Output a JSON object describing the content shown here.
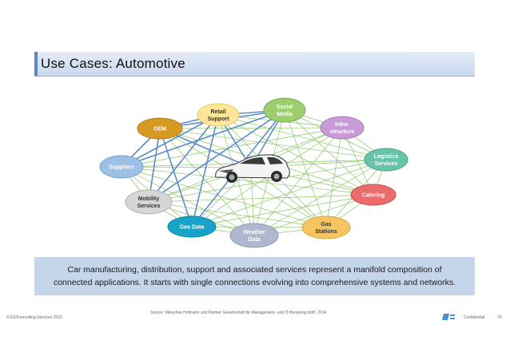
{
  "title": "Use Cases: Automotive",
  "nodes": [
    {
      "id": "retail",
      "lines": [
        "Retail",
        "Support"
      ],
      "fill": "#fde69a",
      "stroke": "#e8c960",
      "text": "#333333"
    },
    {
      "id": "social",
      "lines": [
        "Social",
        "Media"
      ],
      "fill": "#9ccd6e",
      "stroke": "#7aae50",
      "text": "#ffffff"
    },
    {
      "id": "oem",
      "lines": [
        "OEM"
      ],
      "fill": "#d69a22",
      "stroke": "#b57d10",
      "text": "#ffffff"
    },
    {
      "id": "infra",
      "lines": [
        "Infra-",
        "structure"
      ],
      "fill": "#c99bd6",
      "stroke": "#a87ab6",
      "text": "#ffffff"
    },
    {
      "id": "logistics",
      "lines": [
        "Logistics",
        "Services"
      ],
      "fill": "#67c4a8",
      "stroke": "#44a488",
      "text": "#ffffff"
    },
    {
      "id": "suppliers",
      "lines": [
        "Suppliers"
      ],
      "fill": "#9cc0e6",
      "stroke": "#7aa0c8",
      "text": "#ffffff"
    },
    {
      "id": "catering",
      "lines": [
        "Catering"
      ],
      "fill": "#eb6c6c",
      "stroke": "#c84c4c",
      "text": "#ffffff"
    },
    {
      "id": "mobility",
      "lines": [
        "Mobility",
        "Services"
      ],
      "fill": "#d6d6d6",
      "stroke": "#b0b0b0",
      "text": "#333333"
    },
    {
      "id": "gas",
      "lines": [
        "Gas",
        "Stations"
      ],
      "fill": "#f4c561",
      "stroke": "#d6a540",
      "text": "#333333"
    },
    {
      "id": "geo",
      "lines": [
        "Geo Data"
      ],
      "fill": "#1aa3c8",
      "stroke": "#0a83a8",
      "text": "#ffffff"
    },
    {
      "id": "weather",
      "lines": [
        "Weather",
        "Data"
      ],
      "fill": "#aeb9cf",
      "stroke": "#8e99af",
      "text": "#ffffff"
    }
  ],
  "colors": {
    "blue_link": "#5b8ec6",
    "green_link": "#8cc667",
    "title_accent": "#5b86c7"
  },
  "caption": {
    "line1": "Car manufacturing, distribution, support and associated services represent a manifold composition of",
    "line2": "connected applications. It starts with single connections evolving into comprehensive systems and networks."
  },
  "footer": {
    "copyright": "© ESTconsulting Services 2015",
    "source": "Source: Mieschke Hofmann und Partner Gesellschaft für Management- und IT-Beratung mbH, 2014",
    "confidential": "Confidential",
    "page": "70"
  }
}
